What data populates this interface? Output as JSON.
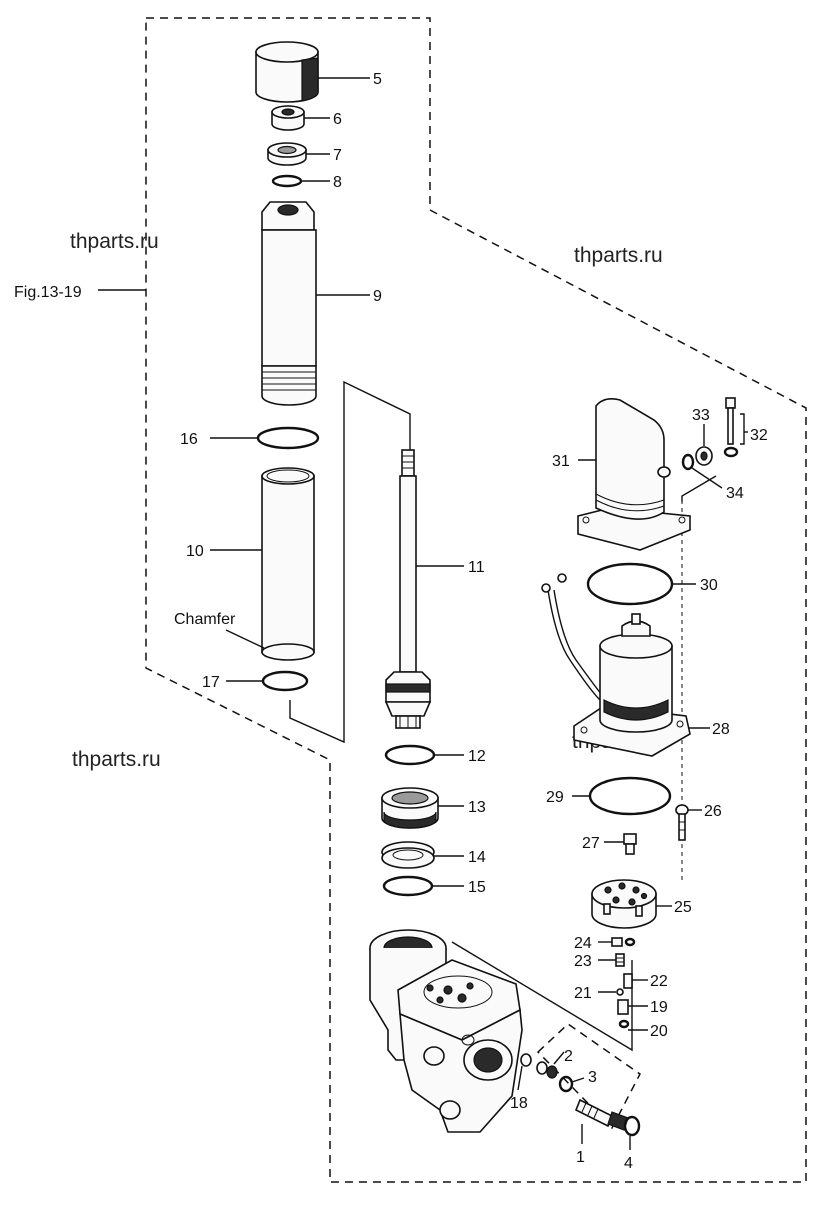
{
  "figure_ref": "Fig.13-19",
  "watermarks": [
    "thparts.ru",
    "thparts.ru",
    "thparts.ru",
    "thparts.ru"
  ],
  "chamfer_note": "Chamfer",
  "callouts": [
    "1",
    "2",
    "3",
    "4",
    "5",
    "6",
    "7",
    "8",
    "9",
    "10",
    "11",
    "12",
    "13",
    "14",
    "15",
    "16",
    "17",
    "18",
    "19",
    "20",
    "21",
    "22",
    "23",
    "24",
    "25",
    "26",
    "27",
    "28",
    "29",
    "30",
    "31",
    "32",
    "33",
    "34"
  ]
}
